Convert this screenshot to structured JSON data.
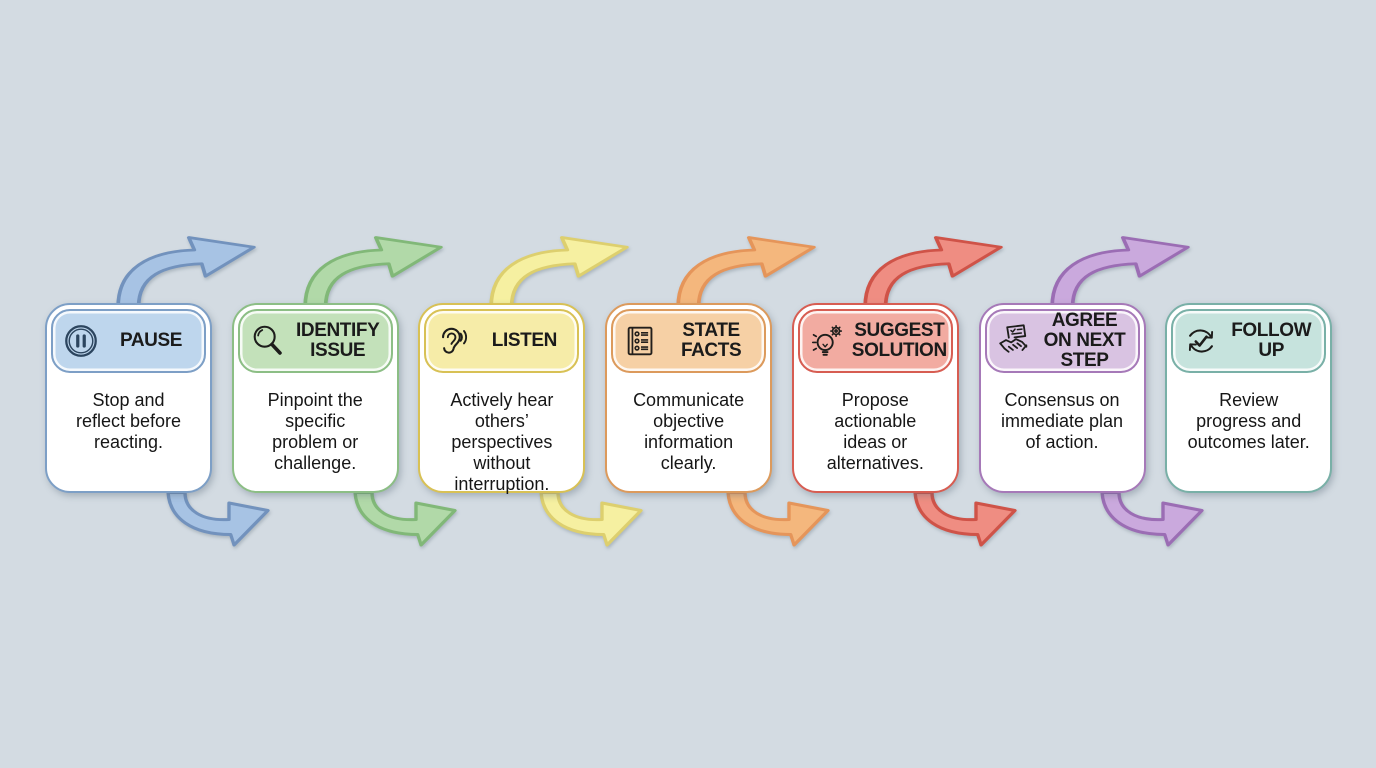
{
  "canvas": {
    "background_color": "#d3dbe2"
  },
  "flow": {
    "steps": [
      {
        "title": "PAUSE",
        "description": "Stop and reflect before reacting.",
        "icon": "pause-icon",
        "colors": {
          "border": "#7d9fc6",
          "header_fill": "#bed6ed",
          "arrow_fill": "#a7c3e4",
          "arrow_border": "#7292bd",
          "icon": "#2c455f"
        }
      },
      {
        "title": "IDENTIFY ISSUE",
        "description": "Pinpoint the specific problem or challenge.",
        "icon": "magnifier-icon",
        "colors": {
          "border": "#8cbe85",
          "header_fill": "#c3e1ba",
          "arrow_fill": "#b1d9a8",
          "arrow_border": "#81b878",
          "icon": "#1d1d1b"
        }
      },
      {
        "title": "LISTEN",
        "description": "Actively hear others’ perspectives without interruption.",
        "icon": "ear-icon",
        "colors": {
          "border": "#d8c155",
          "header_fill": "#f6eca8",
          "arrow_fill": "#f6f0a1",
          "arrow_border": "#ddcf6e",
          "icon": "#1d1d1b"
        }
      },
      {
        "title": "STATE FACTS",
        "description": "Communicate objective information clearly.",
        "icon": "list-document-icon",
        "colors": {
          "border": "#dc9a5c",
          "header_fill": "#f6d0a5",
          "arrow_fill": "#f4b77d",
          "arrow_border": "#e5955a",
          "icon": "#231f1c"
        }
      },
      {
        "title": "SUGGEST SOLUTION",
        "description": "Propose actionable ideas or alternatives.",
        "icon": "lightbulb-gear-icon",
        "colors": {
          "border": "#d75d52",
          "header_fill": "#f2aba1",
          "arrow_fill": "#ef8d82",
          "arrow_border": "#cf5348",
          "icon": "#1d1d1b"
        }
      },
      {
        "title": "AGREE ON NEXT STEP",
        "description": "Consensus on immediate plan of action.",
        "icon": "handshake-document-icon",
        "colors": {
          "border": "#a679b8",
          "header_fill": "#d9c3e2",
          "arrow_fill": "#caa9dd",
          "arrow_border": "#9b6db4",
          "icon": "#1d1d1b"
        }
      },
      {
        "title": "FOLLOW UP",
        "description": "Review progress and outcomes later.",
        "icon": "cycle-check-icon",
        "colors": {
          "border": "#79b0a7",
          "header_fill": "#c6e3dd",
          "icon": "#1d1d1b"
        }
      }
    ]
  }
}
